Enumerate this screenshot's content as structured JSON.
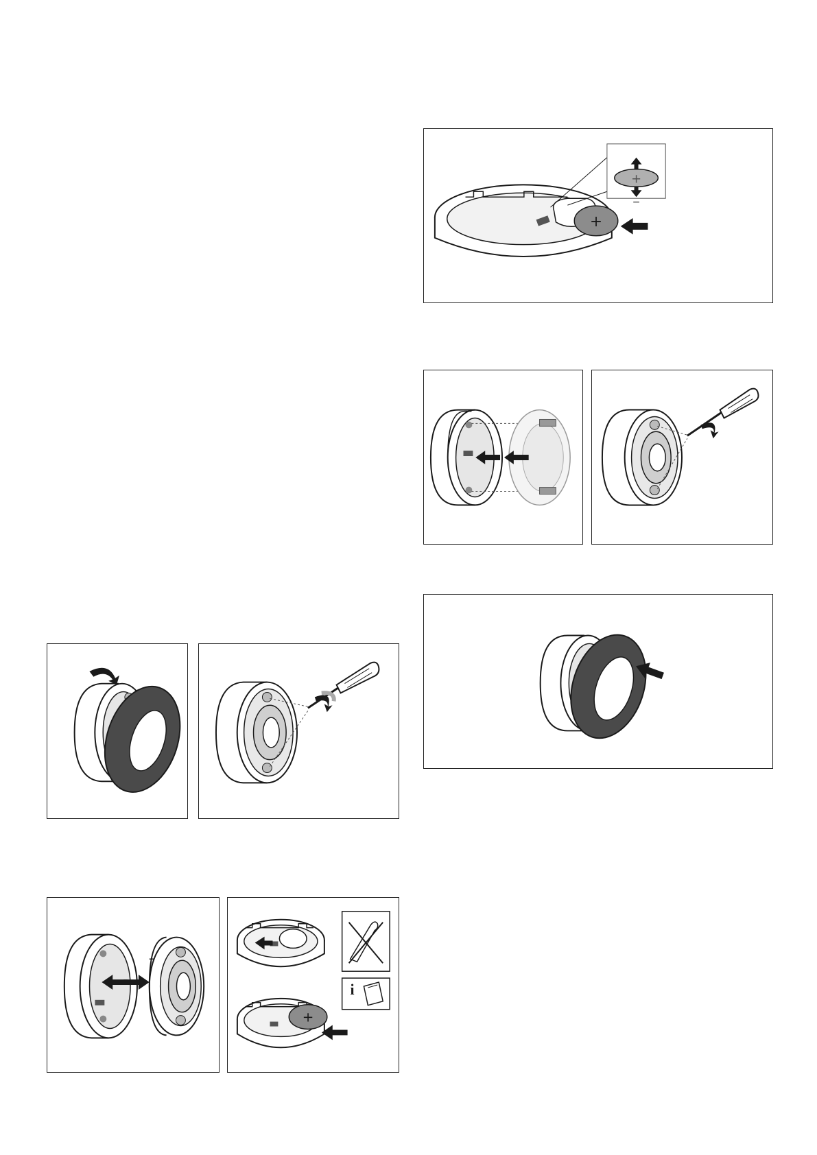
{
  "document": {
    "type": "installation-manual-illustration-page",
    "panels": [
      {
        "id": "insert-battery",
        "icons": [
          "battery-icon",
          "arrow-icon",
          "polarity-icon"
        ]
      },
      {
        "id": "attach-base-plate",
        "icons": [
          "arrow-icon",
          "screw-icon"
        ]
      },
      {
        "id": "screw-base-plate",
        "icons": [
          "screwdriver-icon",
          "rotate-icon"
        ]
      },
      {
        "id": "press-cover-ring",
        "icons": [
          "arrow-icon"
        ]
      },
      {
        "id": "rotate-cover-ring",
        "icons": [
          "curved-arrow-icon"
        ]
      },
      {
        "id": "unscrew-device",
        "icons": [
          "screwdriver-icon",
          "rotate-icon"
        ]
      },
      {
        "id": "separate-housing",
        "icons": [
          "arrow-icon"
        ]
      },
      {
        "id": "remove-battery",
        "icons": [
          "arrow-icon",
          "battery-icon",
          "no-screwdriver-icon",
          "info-manual-icon"
        ]
      }
    ]
  },
  "symbols": {
    "battery_plus": "+",
    "battery_minus": "−",
    "info": "i"
  },
  "colors": {
    "stroke": "#1a1a1a",
    "ring_dark": "#4a4a4a",
    "housing_gray": "#d8d8d8",
    "battery_gray": "#8c8c8c",
    "battery_light": "#b0b0b0",
    "panel_border": "#222222"
  }
}
